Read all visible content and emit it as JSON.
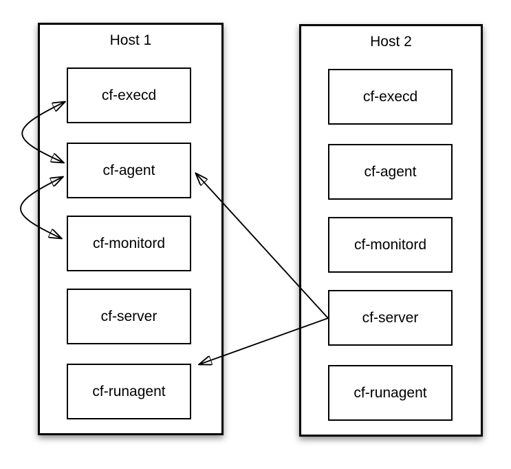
{
  "hosts": [
    {
      "title": "Host 1",
      "processes": [
        "cf-execd",
        "cf-agent",
        "cf-monitord",
        "cf-server",
        "cf-runagent"
      ]
    },
    {
      "title": "Host 2",
      "processes": [
        "cf-execd",
        "cf-agent",
        "cf-monitord",
        "cf-server",
        "cf-runagent"
      ]
    }
  ],
  "connections": [
    {
      "from": "host1:cf-execd",
      "to": "host1:cf-agent",
      "style": "curved-double-arrow",
      "bidirectional": true
    },
    {
      "from": "host1:cf-agent",
      "to": "host1:cf-monitord",
      "style": "curved-double-arrow",
      "bidirectional": true
    },
    {
      "from": "host2:cf-server",
      "to": "host1:cf-agent",
      "style": "straight-arrow",
      "bidirectional": false
    },
    {
      "from": "host2:cf-server",
      "to": "host1:cf-runagent",
      "style": "straight-arrow",
      "bidirectional": false
    }
  ],
  "colors": {
    "line": "#000000",
    "border": "#000000",
    "background": "#ffffff",
    "text": "#000000"
  }
}
